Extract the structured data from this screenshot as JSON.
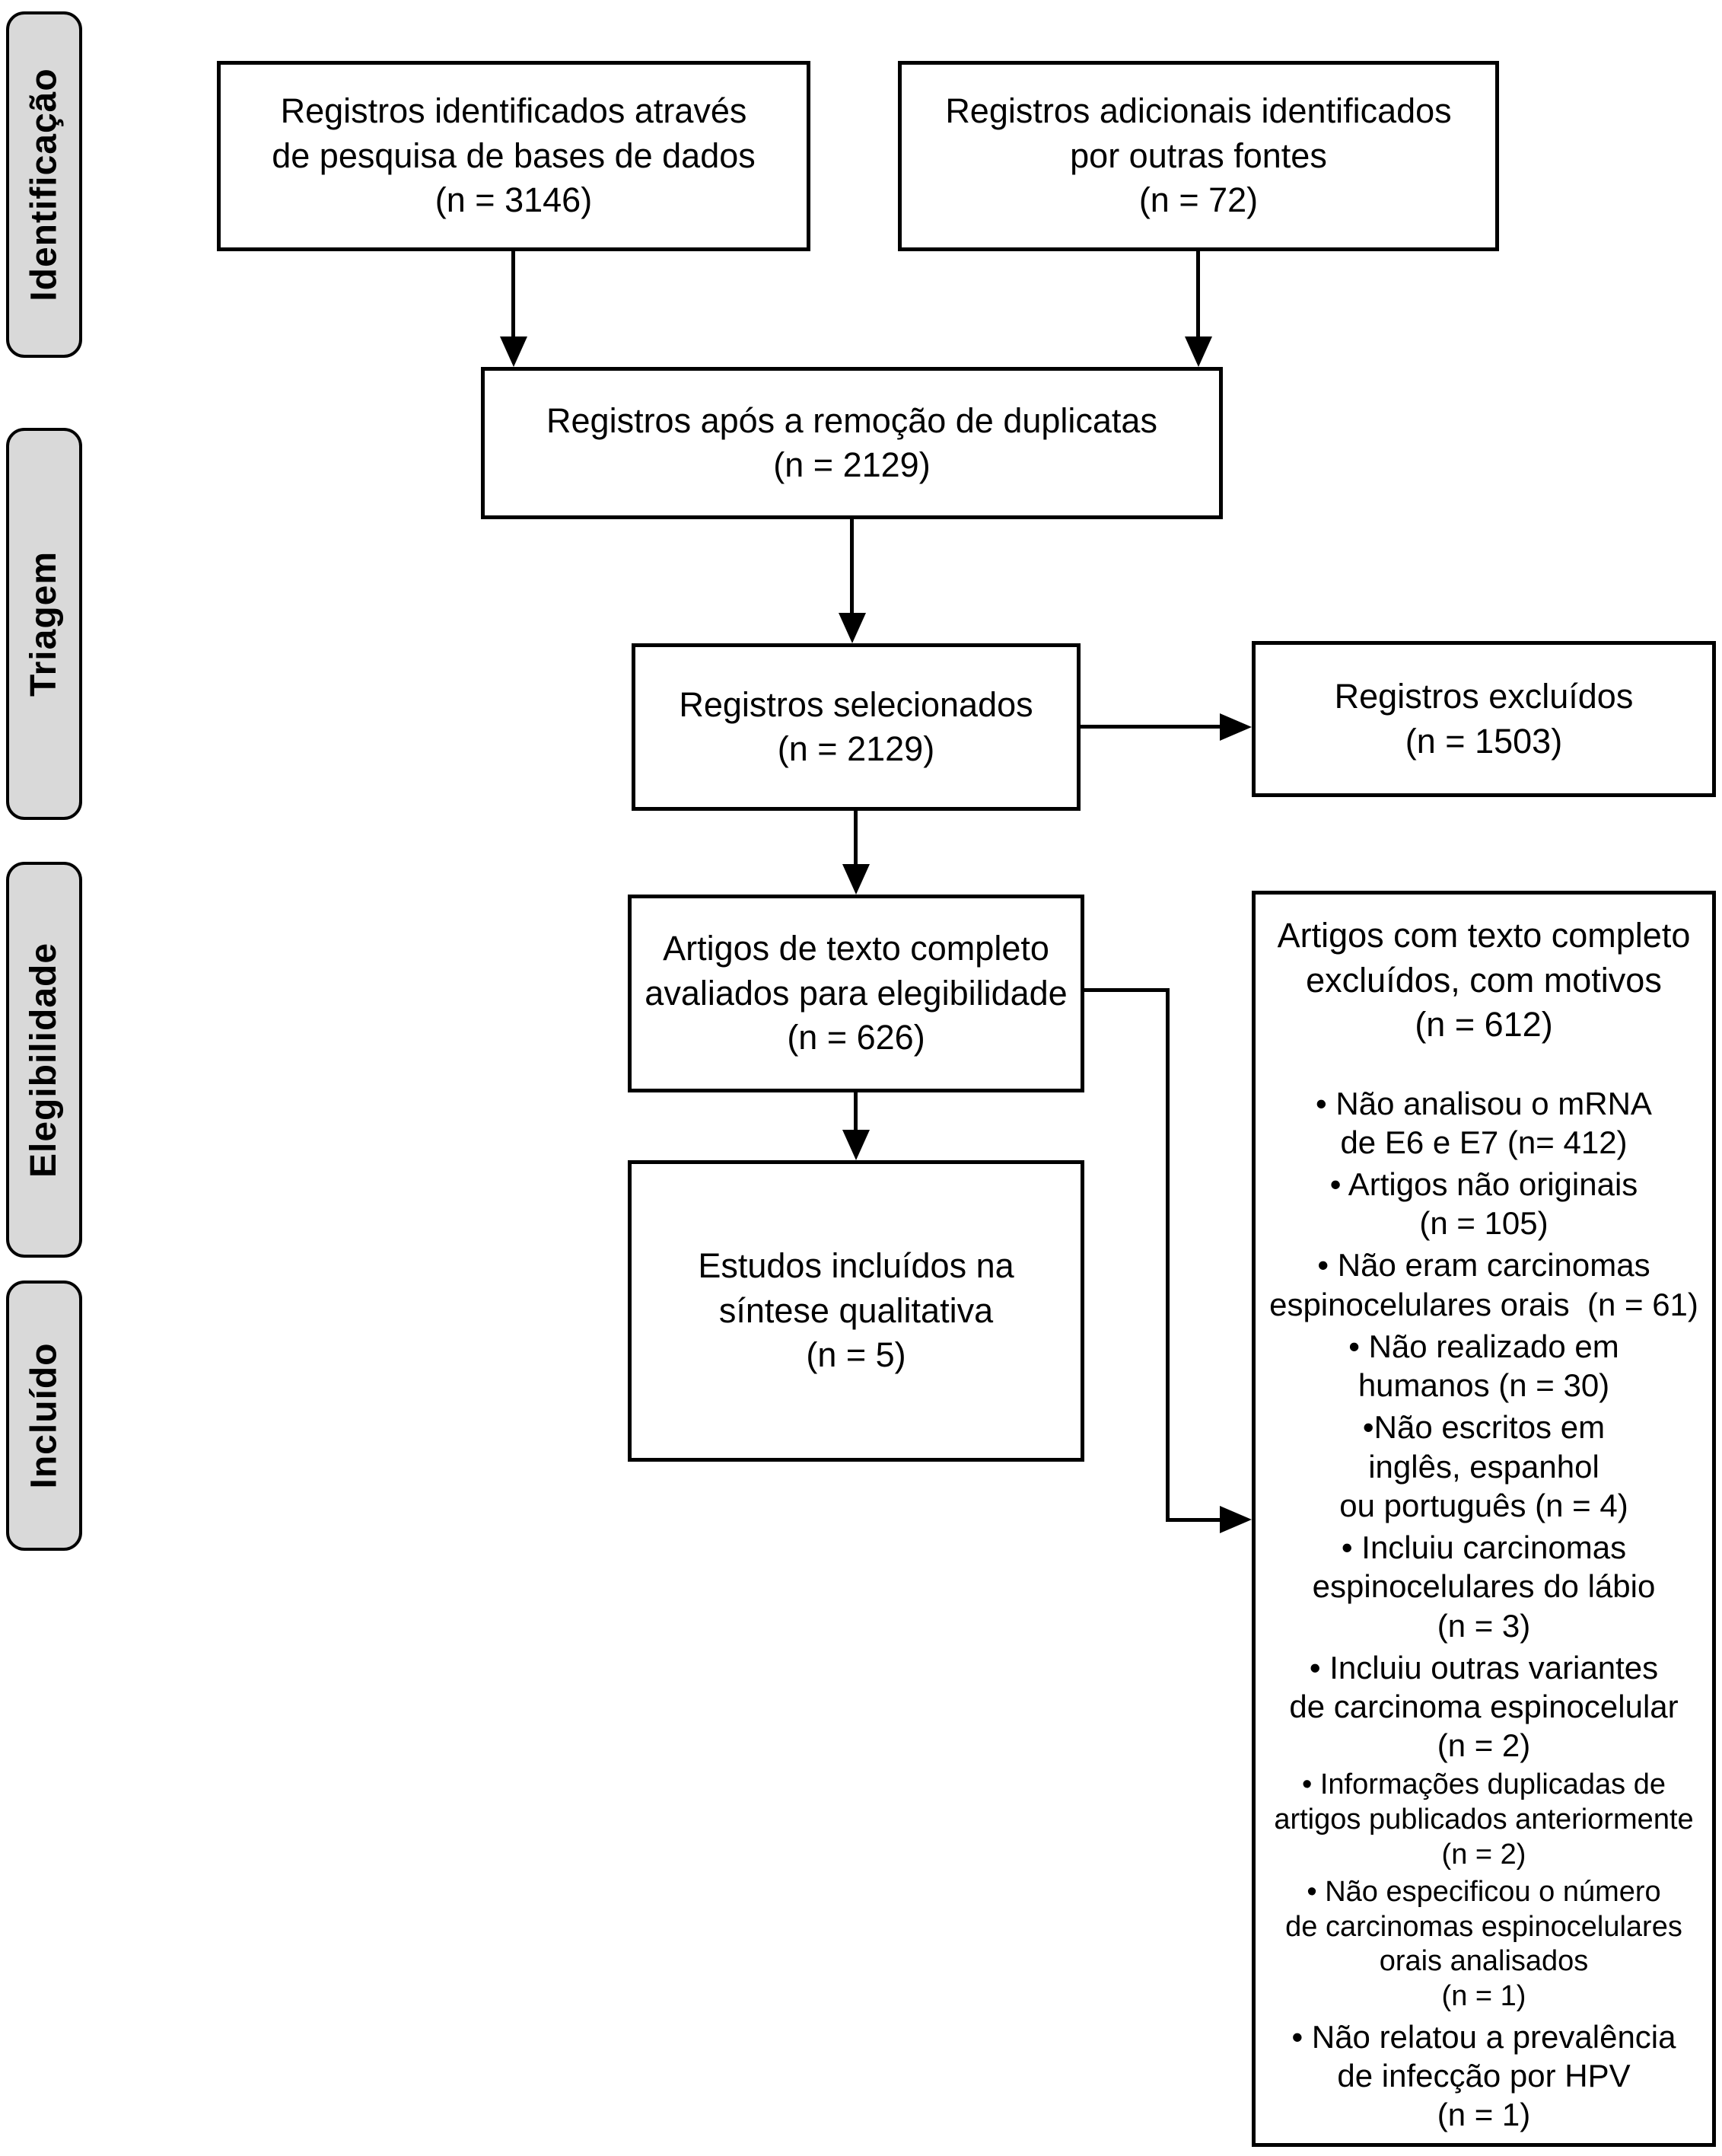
{
  "sidebar": {
    "items": [
      {
        "label": "Identificação"
      },
      {
        "label": "Triagem"
      },
      {
        "label": "Elegibilidade"
      },
      {
        "label": "Incluído"
      }
    ]
  },
  "boxes": {
    "identified_db": {
      "text": "Registros identificados através\nde pesquisa de bases de dados\n(n = 3146)"
    },
    "identified_other": {
      "text": "Registros adicionais identificados\npor outras fontes\n(n = 72)"
    },
    "after_duplicates": {
      "text": "Registros após a remoção de duplicatas\n(n = 2129)"
    },
    "screened": {
      "text": "Registros selecionados\n(n = 2129)"
    },
    "excluded": {
      "text": "Registros excluídos\n(n = 1503)"
    },
    "fulltext_assessed": {
      "text": "Artigos de texto completo\navaliados para elegibilidade\n(n = 626)"
    },
    "included_qualitative": {
      "text": "Estudos incluídos na\nsíntese qualitativa\n(n = 5)"
    }
  },
  "exclusion_panel": {
    "header": "Artigos com texto completo\nexcluídos, com motivos\n(n = 612)",
    "reasons": [
      {
        "text": "• Não analisou o mRNA\nde E6 e E7 (n= 412)"
      },
      {
        "text": "• Artigos não originais\n(n = 105)"
      },
      {
        "text": "• Não eram carcinomas\nespinocelulares orais  (n = 61)"
      },
      {
        "text": "• Não realizado em\nhumanos (n = 30)"
      },
      {
        "text": "•Não escritos em\ninglês, espanhol\nou português (n = 4)"
      },
      {
        "text": "• Incluiu carcinomas\nespinocelulares do lábio\n(n = 3)"
      },
      {
        "text": "• Incluiu outras variantes\nde carcinoma espinocelular\n(n = 2)"
      },
      {
        "text": "• Informações duplicadas de\nartigos publicados anteriormente\n(n = 2)"
      },
      {
        "text": "• Não especificou o número\nde carcinomas espinocelulares\norais analisados\n(n = 1)"
      },
      {
        "text": "• Não relatou a prevalência\nde infecção por HPV\n(n = 1)"
      }
    ]
  },
  "colors": {
    "sidebar_fill": "#d9d9d9",
    "line": "#000000",
    "box_fill": "#ffffff"
  }
}
